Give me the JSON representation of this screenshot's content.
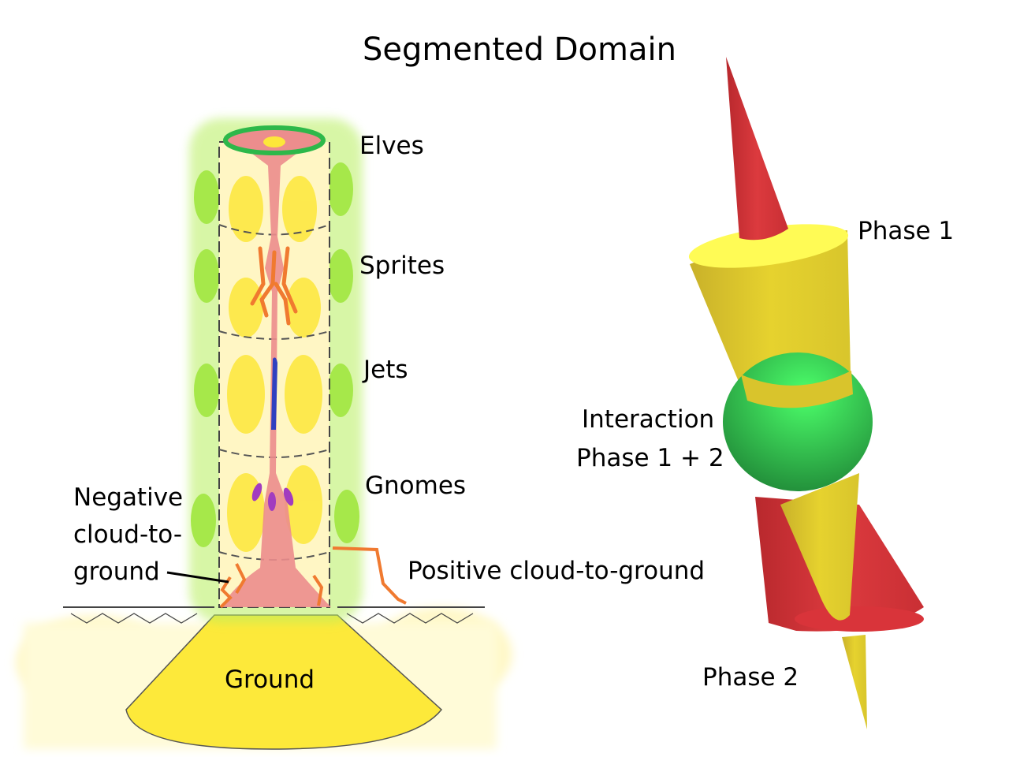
{
  "title": "Segmented Domain",
  "left_diagram": {
    "layers": [
      {
        "label": "Elves"
      },
      {
        "label": "Sprites"
      },
      {
        "label": "Jets"
      },
      {
        "label": "Gnomes"
      }
    ],
    "negative_cg": {
      "line1": "Negative",
      "line2": "cloud-to-",
      "line3": "ground"
    },
    "positive_cg": "Positive cloud-to-ground",
    "ground": "Ground",
    "colors": {
      "glow": "#a6e84a",
      "cylinder": "#fff6c4",
      "blob": "#fde73a",
      "core": "#ec8d8d",
      "ring": "#2db84a",
      "lightning": "#f07a30",
      "jet": "#3040c0",
      "gnome": "#a23cbf"
    }
  },
  "right_diagram": {
    "phase1": "Phase 1",
    "interaction_line1": "Interaction",
    "interaction_line2": "Phase 1 + 2",
    "phase2": "Phase 2",
    "colors": {
      "red": "#d9343a",
      "yellow": "#e8d42e",
      "green": "#37c052"
    }
  }
}
